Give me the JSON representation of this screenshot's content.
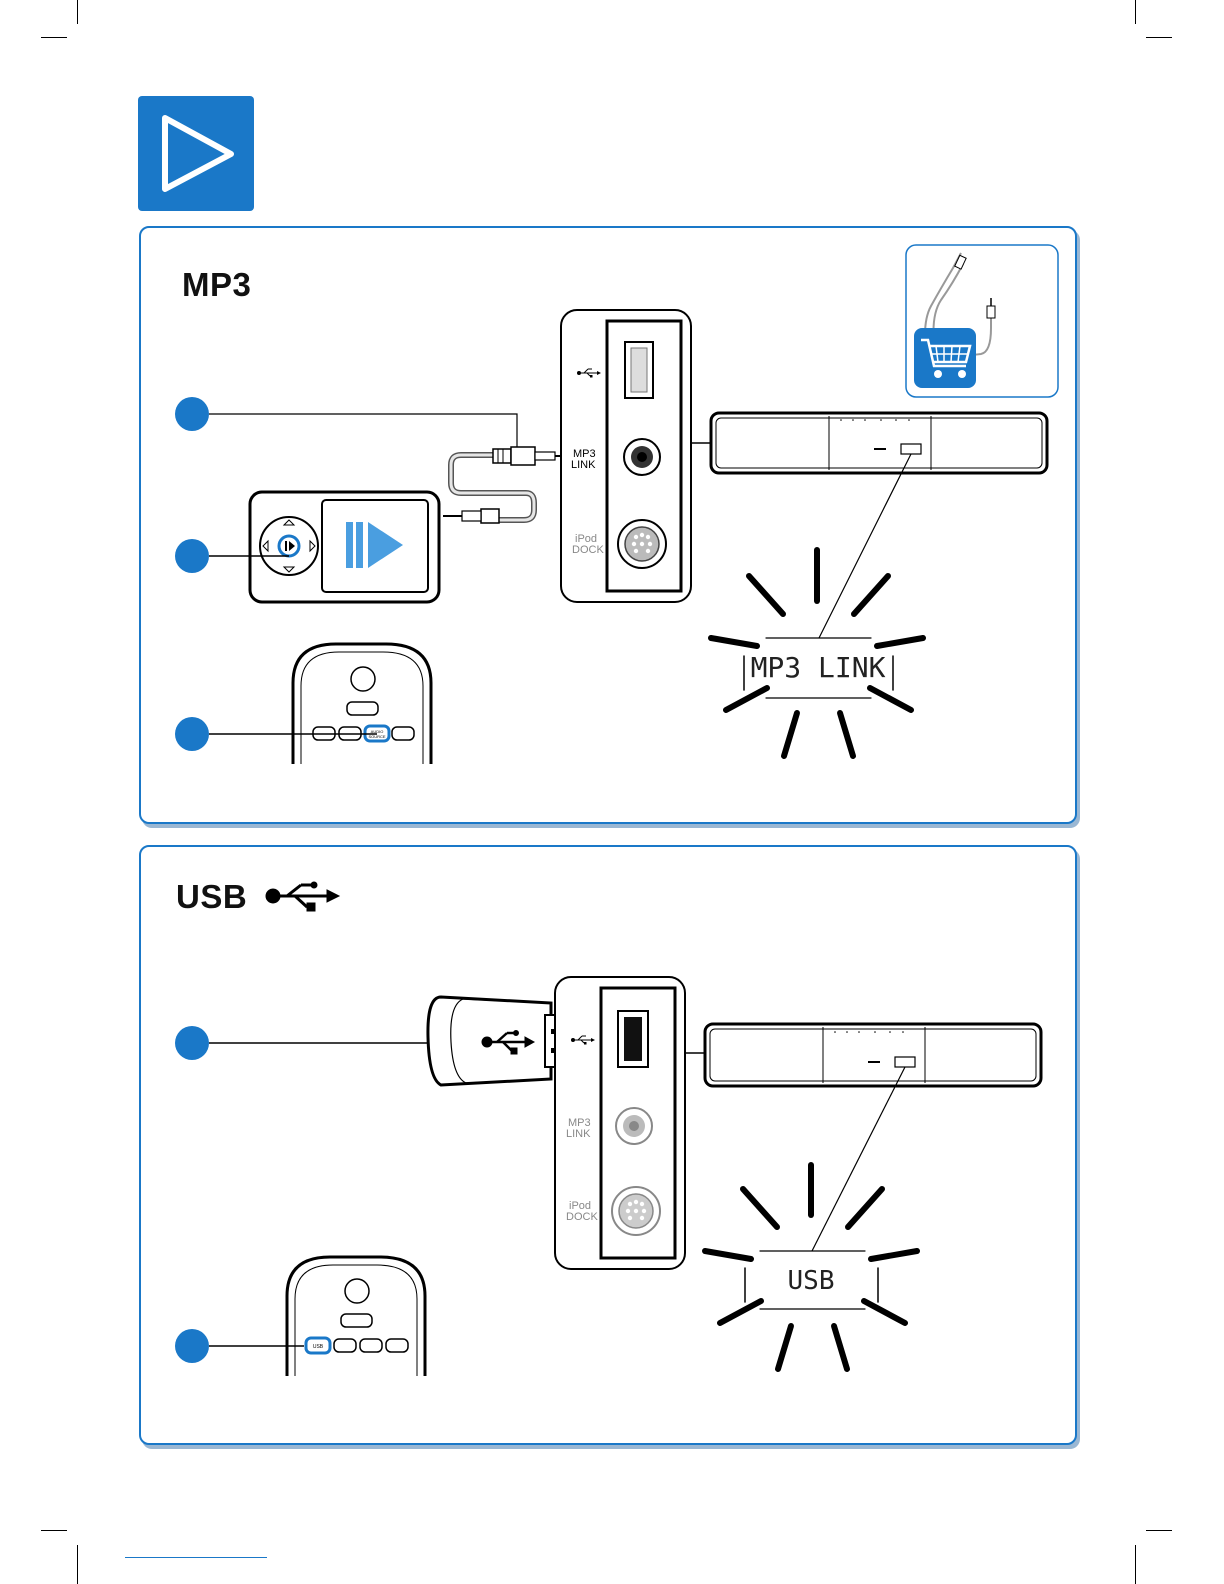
{
  "mp3_section": {
    "title": "MP3",
    "port_labels": {
      "mp3_link_line1": "MP3",
      "mp3_link_line2": "LINK",
      "ipod_line1": "iPod",
      "ipod_line2": "DOCK"
    },
    "remote_button": {
      "line1": "AUDIO",
      "line2": "SOURCE"
    },
    "display_text": "MP3 LINK"
  },
  "usb_section": {
    "title": "USB",
    "port_labels": {
      "mp3_link_line1": "MP3",
      "mp3_link_line2": "LINK",
      "ipod_line1": "iPod",
      "ipod_line2": "DOCK"
    },
    "remote_button": "USB",
    "display_text": "USB"
  },
  "colors": {
    "accent": "#1a78c8",
    "step_dot": "#1a78c8",
    "shopping_tile": "#1a78c8"
  },
  "icons": [
    "play-icon",
    "usb-icon",
    "shopping-cart-icon",
    "audio-cable-icon",
    "usb-stick-icon"
  ]
}
